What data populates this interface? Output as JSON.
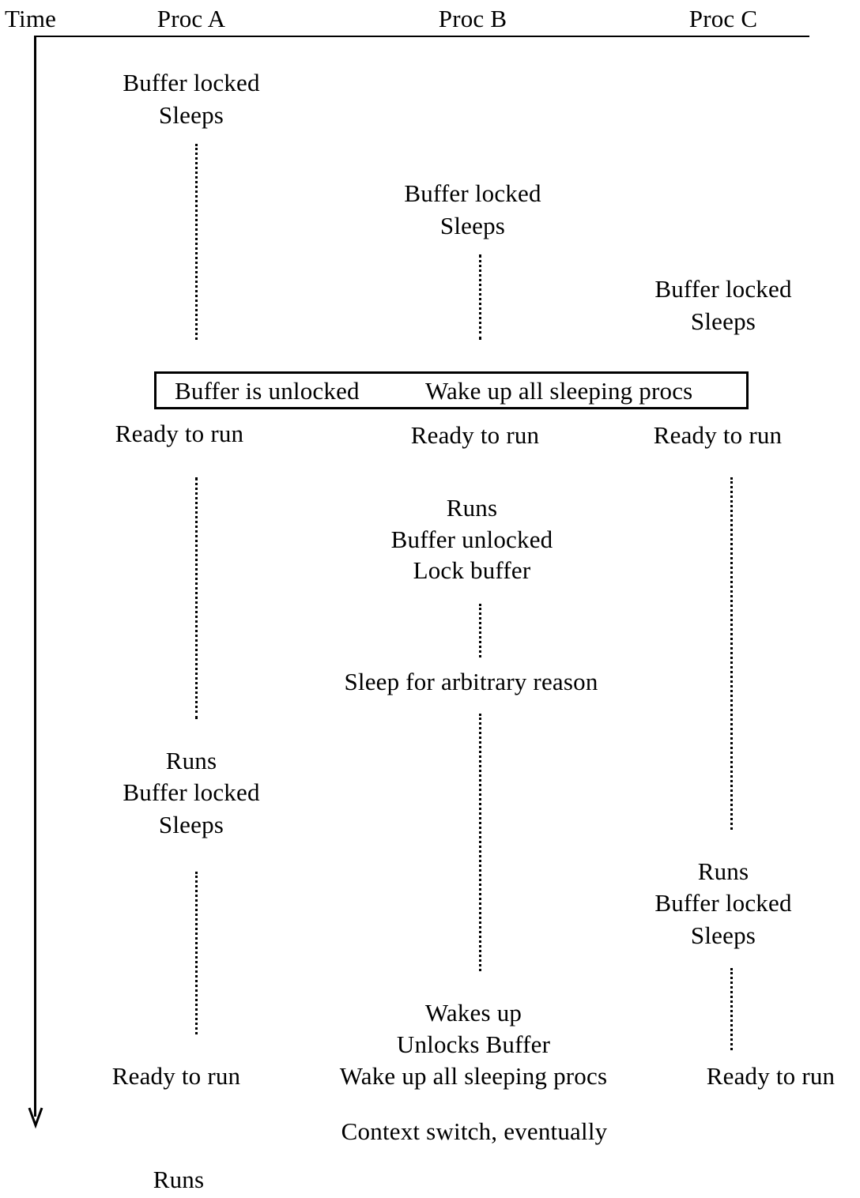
{
  "header": {
    "time_label": "Time",
    "proc_a": "Proc A",
    "proc_b": "Proc B",
    "proc_c": "Proc C"
  },
  "banner": {
    "left_text": "Buffer is unlocked",
    "right_text": "Wake up all sleeping procs"
  },
  "proc_a": {
    "e1_line1": "Buffer locked",
    "e1_line2": "Sleeps",
    "ready1": "Ready to run",
    "e2_line1": "Runs",
    "e2_line2": "Buffer locked",
    "e2_line3": "Sleeps",
    "ready2": "Ready to run",
    "final": "Runs"
  },
  "proc_b": {
    "e1_line1": "Buffer locked",
    "e1_line2": "Sleeps",
    "ready1": "Ready to run",
    "e2_line1": "Runs",
    "e2_line2": "Buffer unlocked",
    "e2_line3": "Lock buffer",
    "sleep_reason": "Sleep for arbitrary reason",
    "e3_line1": "Wakes up",
    "e3_line2": "Unlocks Buffer",
    "e3_line3": "Wake up all sleeping procs",
    "context": "Context switch, eventually"
  },
  "proc_c": {
    "e1_line1": "Buffer locked",
    "e1_line2": "Sleeps",
    "ready1": "Ready to run",
    "e2_line1": "Runs",
    "e2_line2": "Buffer locked",
    "e2_line3": "Sleeps",
    "ready2": "Ready to run"
  }
}
